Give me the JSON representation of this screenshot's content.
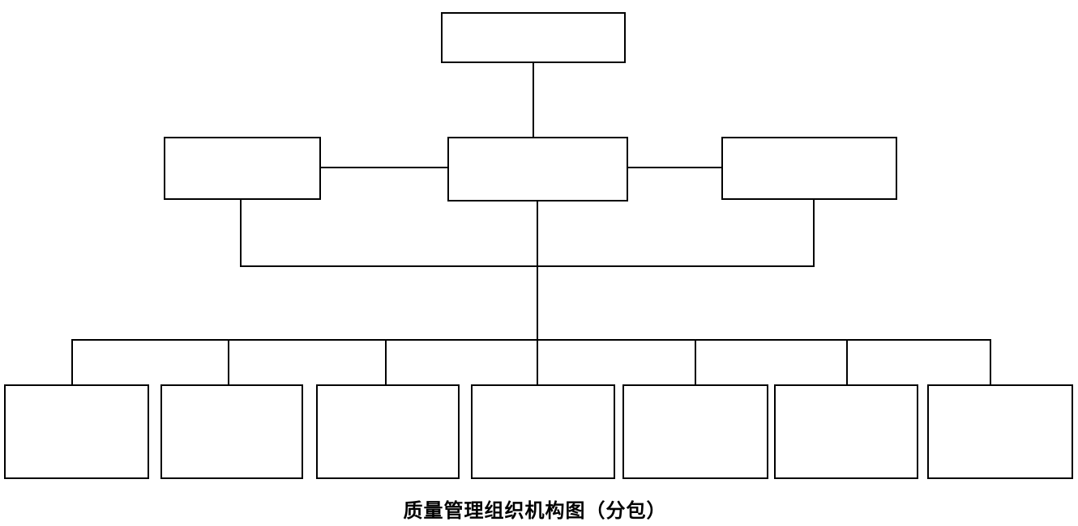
{
  "diagram": {
    "caption": "质量管理组织机构图（分包）",
    "type": "organization-chart",
    "colors": {
      "line": "#000000",
      "background": "#ffffff",
      "box_fill": "#ffffff"
    },
    "nodes": {
      "top": {
        "label": ""
      },
      "row2_left": {
        "label": ""
      },
      "row2_center": {
        "label": ""
      },
      "row2_right": {
        "label": ""
      },
      "bottom_1": {
        "label": ""
      },
      "bottom_2": {
        "label": ""
      },
      "bottom_3": {
        "label": ""
      },
      "bottom_4": {
        "label": ""
      },
      "bottom_5": {
        "label": ""
      },
      "bottom_6": {
        "label": ""
      },
      "bottom_7": {
        "label": ""
      }
    },
    "structure": {
      "level_counts": [
        1,
        3,
        7
      ],
      "notes": "top box connects down to center box; center box connects sideways to left and right boxes; left, center and right boxes connect down to a rail feeding seven bottom boxes"
    }
  }
}
